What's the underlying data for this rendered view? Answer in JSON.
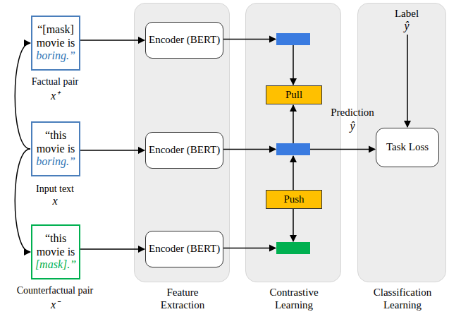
{
  "diagram": {
    "nodes": [
      {
        "text": [
          "“[mask] movie is",
          "boring.”"
        ]
      },
      {
        "text": [
          "“this movie is",
          "boring.”"
        ]
      },
      {
        "text": [
          "“this movie is",
          "[mask].”"
        ]
      },
      {
        "text": [
          "Feature Extraction"
        ]
      },
      {
        "text": [
          "Encoder (BERT)"
        ],
        "in": 3
      },
      {
        "text": [
          "Encoder (BERT)"
        ],
        "in": 3
      },
      {
        "text": [
          "Encoder (BERT)"
        ],
        "in": 3
      },
      {
        "text": [
          "Contrastive Learning"
        ]
      },
      {
        "text": [
          "Pull"
        ],
        "in": 7
      },
      {
        "text": [
          "Push"
        ],
        "in": 7
      },
      {
        "text": [
          "Classification Learning"
        ]
      },
      {
        "text": [
          "Task Loss"
        ],
        "in": 10
      }
    ],
    "edges": [
      {
        "from": 1,
        "to": 0,
        "arrow": "to"
      },
      {
        "from": 1,
        "to": 2,
        "arrow": "to"
      },
      {
        "from": 0,
        "to": 4,
        "arrow": "to"
      },
      {
        "from": 1,
        "to": 5,
        "arrow": "to"
      },
      {
        "from": 2,
        "to": 6,
        "arrow": "to"
      }
    ],
    "labels": [
      "Factual pair",
      "x⁺",
      "Input text",
      "x",
      "Counterfactual pair",
      "x⁻",
      "Label",
      "ŷ",
      "Prediction",
      "ŷ"
    ]
  }
}
